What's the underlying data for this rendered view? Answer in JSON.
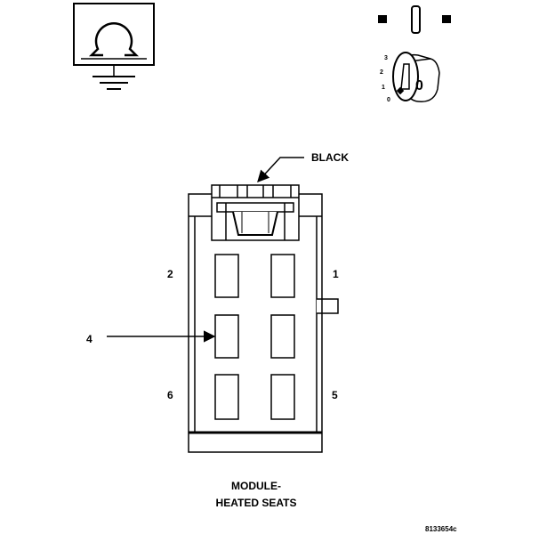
{
  "ohmmeter": {
    "symbol": "Ω",
    "icon": "ohmmeter-with-ground-icon"
  },
  "ignition": {
    "icon": "ignition-key-switch-icon",
    "positions": [
      "3",
      "2",
      "1",
      "0"
    ],
    "key_position_label": "0"
  },
  "connector": {
    "color_label": "BLACK",
    "pin_labels": {
      "pin_2": "2",
      "pin_1": "1",
      "pin_6": "6",
      "pin_5": "5"
    },
    "callout_label": "4"
  },
  "caption": {
    "line1": "MODULE-",
    "line2": "HEATED SEATS"
  },
  "figure_id": "8133654c"
}
